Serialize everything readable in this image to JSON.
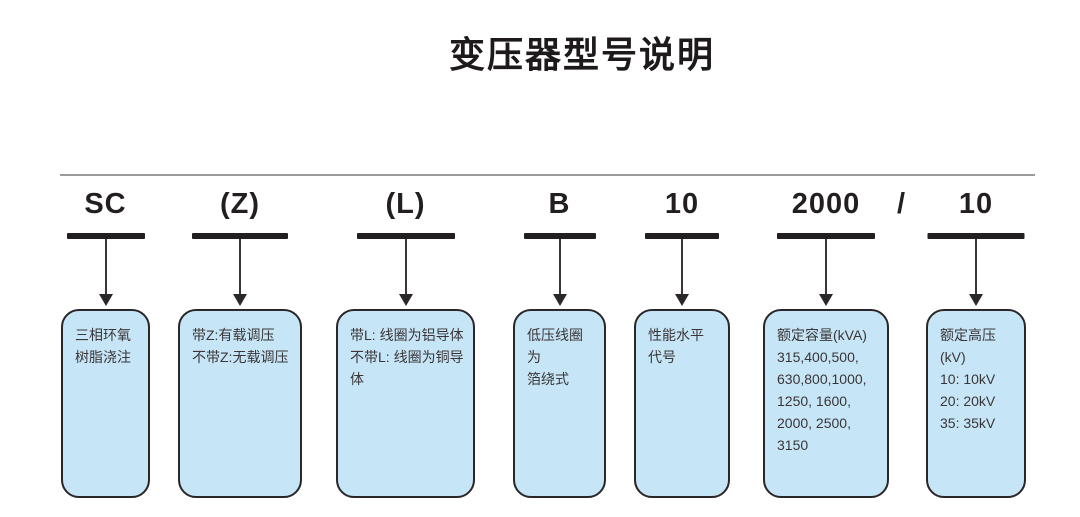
{
  "title": "变压器型号说明",
  "colors": {
    "box_fill": "#c6e5f7",
    "box_border": "#2b2627",
    "code_text": "#231f20",
    "top_rule": "#9b9b9b"
  },
  "model_code": {
    "full_code": "SC (Z) (L) B 10 2000 / 10",
    "separator": "/",
    "segments": [
      {
        "code": "SC",
        "description": "三相环氧\n树脂浇注"
      },
      {
        "code": "(Z)",
        "description": "带Z:有载调压\n不带Z:无载调压"
      },
      {
        "code": "(L)",
        "description": "带L: 线圈为铝导体\n不带L: 线圈为铜导体"
      },
      {
        "code": "B",
        "description": "低压线圈为\n箔绕式"
      },
      {
        "code": "10",
        "description": "性能水平\n代号"
      },
      {
        "code": "2000",
        "description": "额定容量(kVA)\n315,400,500,\n630,800,1000,\n1250, 1600,\n2000, 2500,\n3150"
      },
      {
        "code": "10",
        "description": "额定高压(kV)\n10: 10kV\n20: 20kV\n35: 35kV"
      }
    ]
  }
}
